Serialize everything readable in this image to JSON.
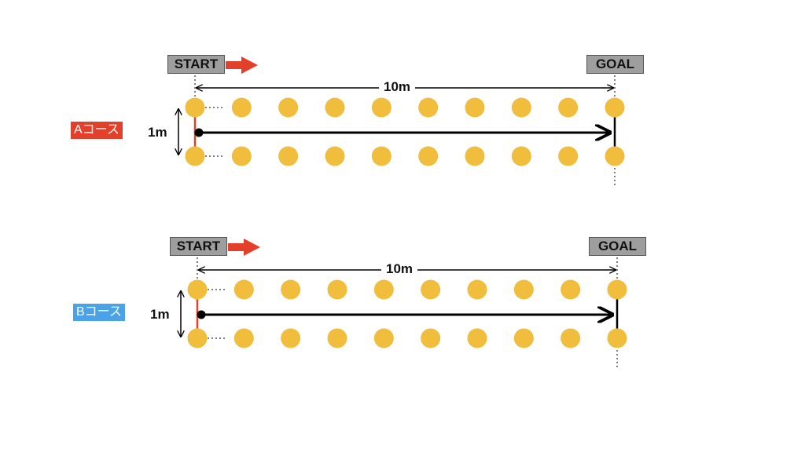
{
  "colors": {
    "cone": "#f0bd3c",
    "arrow_red": "#e3402c",
    "course_a": "#e3402c",
    "course_b": "#4aa3e8",
    "box_fill": "#9e9e9e"
  },
  "courses": [
    {
      "course_label": "Aコース",
      "start_label": "START",
      "goal_label": "GOAL",
      "length_label": "10m",
      "width_label": "1m",
      "cones_per_row": 10,
      "start_arrow_icon": "red-right-arrow"
    },
    {
      "course_label": "Bコース",
      "start_label": "START",
      "goal_label": "GOAL",
      "length_label": "10m",
      "width_label": "1m",
      "cones_per_row": 10,
      "start_arrow_icon": "red-right-arrow"
    }
  ]
}
